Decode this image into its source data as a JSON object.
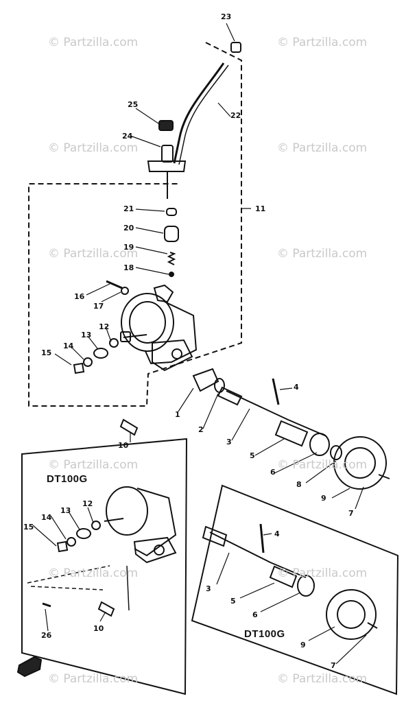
{
  "watermarks": [
    "© Partzilla.com",
    "© Partzilla.com",
    "© Partzilla.com",
    "© Partzilla.com",
    "© Partzilla.com",
    "© Partzilla.com",
    "© Partzilla.com",
    "© Partzilla.com",
    "© Partzilla.com",
    "© Partzilla.com",
    "© Partzilla.com",
    "© Partzilla.com"
  ],
  "callouts": {
    "c1": "1",
    "c2": "2",
    "c3a": "3",
    "c4a": "4",
    "c5a": "5",
    "c6a": "6",
    "c8": "8",
    "c9a": "9",
    "c7a": "7",
    "c10a": "10",
    "c11": "11",
    "c12a": "12",
    "c13a": "13",
    "c14a": "14",
    "c15a": "15",
    "c16": "16",
    "c17": "17",
    "c18": "18",
    "c19": "19",
    "c20": "20",
    "c21": "21",
    "c22": "22",
    "c23": "23",
    "c24": "24",
    "c25": "25",
    "c12b": "12",
    "c13b": "13",
    "c14b": "14",
    "c15b": "15",
    "c10b": "10",
    "c26": "26",
    "c4b": "4",
    "c3b": "3",
    "c5b": "5",
    "c6b": "6",
    "c9b": "9",
    "c7b": "7"
  },
  "models": {
    "left_box": "DT100G",
    "right_box": "DT100G"
  }
}
